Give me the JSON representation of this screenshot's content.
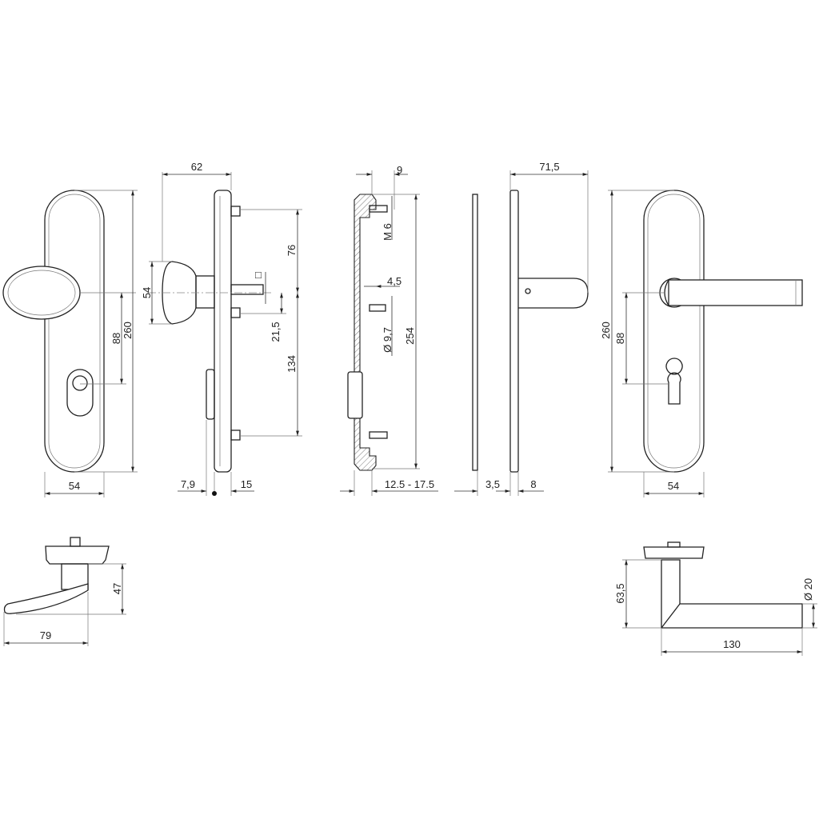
{
  "drawing": {
    "front_knob_view": {
      "height": "260",
      "spindle_to_cylinder": "88",
      "width": "54"
    },
    "side_knob_view": {
      "projection": "62",
      "knob_diameter": "54",
      "spindle_square": "□",
      "upper_screw": "76",
      "lower_screw": "134",
      "screw_offset": "21,5",
      "cylinder_projection": "7,9",
      "plate_thickness": "15"
    },
    "section_view": {
      "top": "9",
      "thread": "M 6",
      "hole": "4,5",
      "bore": "Ø 9,7",
      "length": "254",
      "door_thickness": "12.5 - 17.5"
    },
    "side_lever_view": {
      "projection": "71,5",
      "gap": "3,5",
      "plate_thickness": "8"
    },
    "front_lever_view": {
      "height": "260",
      "spindle_to_cylinder": "88",
      "width": "54"
    },
    "knob_profile": {
      "height": "47",
      "length": "79"
    },
    "lever_profile": {
      "height": "63,5",
      "diameter": "Ø 20",
      "length": "130"
    }
  }
}
